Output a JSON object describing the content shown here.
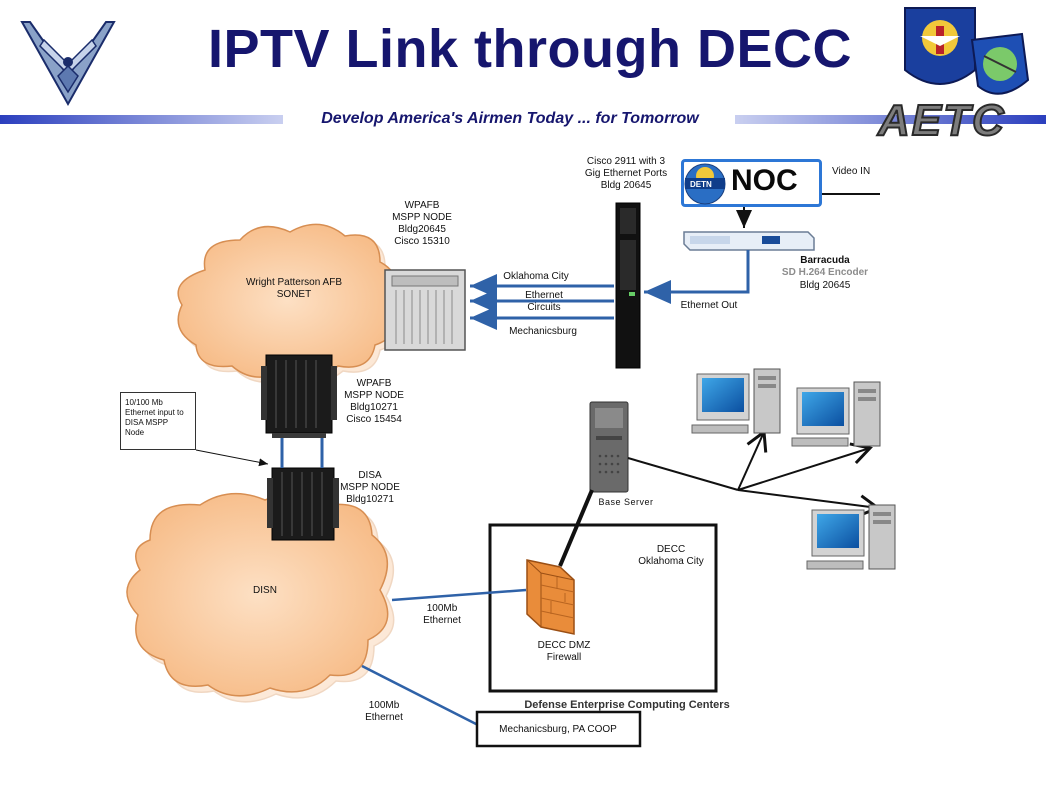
{
  "header": {
    "title": "IPTV Link through DECC",
    "tagline": "Develop America's Airmen Today ... for Tomorrow",
    "aetc_logo_text": "AETC",
    "left_logo": "air-force-symbol-icon",
    "right_logos": [
      "aetc-shield-icon",
      "air-university-shield-icon"
    ]
  },
  "colors": {
    "title": "#16166e",
    "header_rule": "#2b3fbe",
    "link_blue": "#2f62a8",
    "noc_border": "#2d77d6",
    "cloud_fill": "#f8c89a",
    "firewall": "#e98c3a"
  },
  "nodes": {
    "wright_patterson_cloud": "Wright Patterson AFB\nSONET",
    "disn_cloud": "DISN",
    "wpafb_mspp_top": "WPAFB\nMSPP NODE\nBldg20645\nCisco 15310",
    "wpafb_mspp_mid": "WPAFB\nMSPP NODE\nBldg10271\nCisco 15454",
    "disa_mspp": "DISA\nMSPP NODE\nBldg10271",
    "cisco_router": "Cisco 2911 with 3\nGig Ethernet Ports\nBldg 20645",
    "noc": "NOC",
    "detn": "DETN",
    "video_in": "Video IN",
    "barracuda_name": "Barracuda",
    "barracuda_model": "SD H.264 Encoder",
    "barracuda_bldg": "Bldg 20645",
    "ethernet_out": "Ethernet Out",
    "oklahoma_city": "Oklahoma City",
    "ethernet_circuits": "Ethernet\nCircuits",
    "mechanicsburg": "Mechanicsburg",
    "note": "10/100 Mb\nEthernet input to\nDISA MSPP\nNode",
    "base_server": "Base Server",
    "decc_okc": "DECC\nOklahoma City",
    "decc_firewall": "DECC DMZ\nFirewall",
    "decc_caption": "Defense Enterprise Computing Centers",
    "link_100mb_upper": "100Mb\nEthernet",
    "link_100mb_lower": "100Mb\nEthernet",
    "mechanicsburg_coop": "Mechanicsburg, PA COOP"
  },
  "icons": {
    "workstation": "desktop-computer-icon",
    "server": "tower-server-icon",
    "firewall": "brick-firewall-icon"
  }
}
